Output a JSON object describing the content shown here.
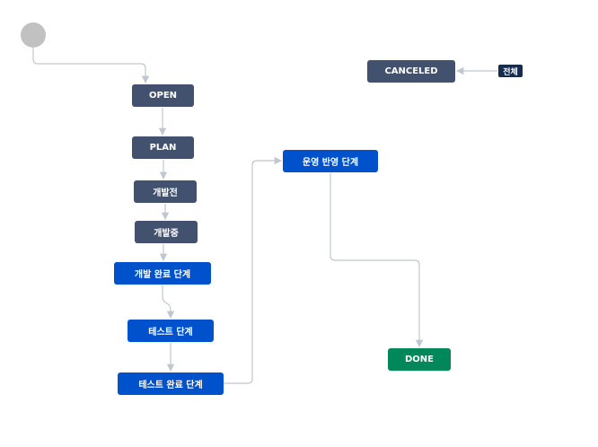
{
  "workflow": {
    "statuses": {
      "open": "OPEN",
      "plan": "PLAN",
      "dev_pre": "개발전",
      "dev_ing": "개발중",
      "dev_done": "개발 완료 단계",
      "test": "테스트 단계",
      "test_done": "테스트 완료 단계",
      "ops": "운영 반영 단계",
      "canceled": "CANCELED",
      "done": "DONE"
    },
    "global_transition_label": "전체",
    "colors": {
      "todo": "#42526e",
      "in_progress": "#0052cc",
      "done": "#00875a",
      "start": "#c1c1c1",
      "connector": "#c1c7d0",
      "badge": "#172b4d"
    }
  }
}
